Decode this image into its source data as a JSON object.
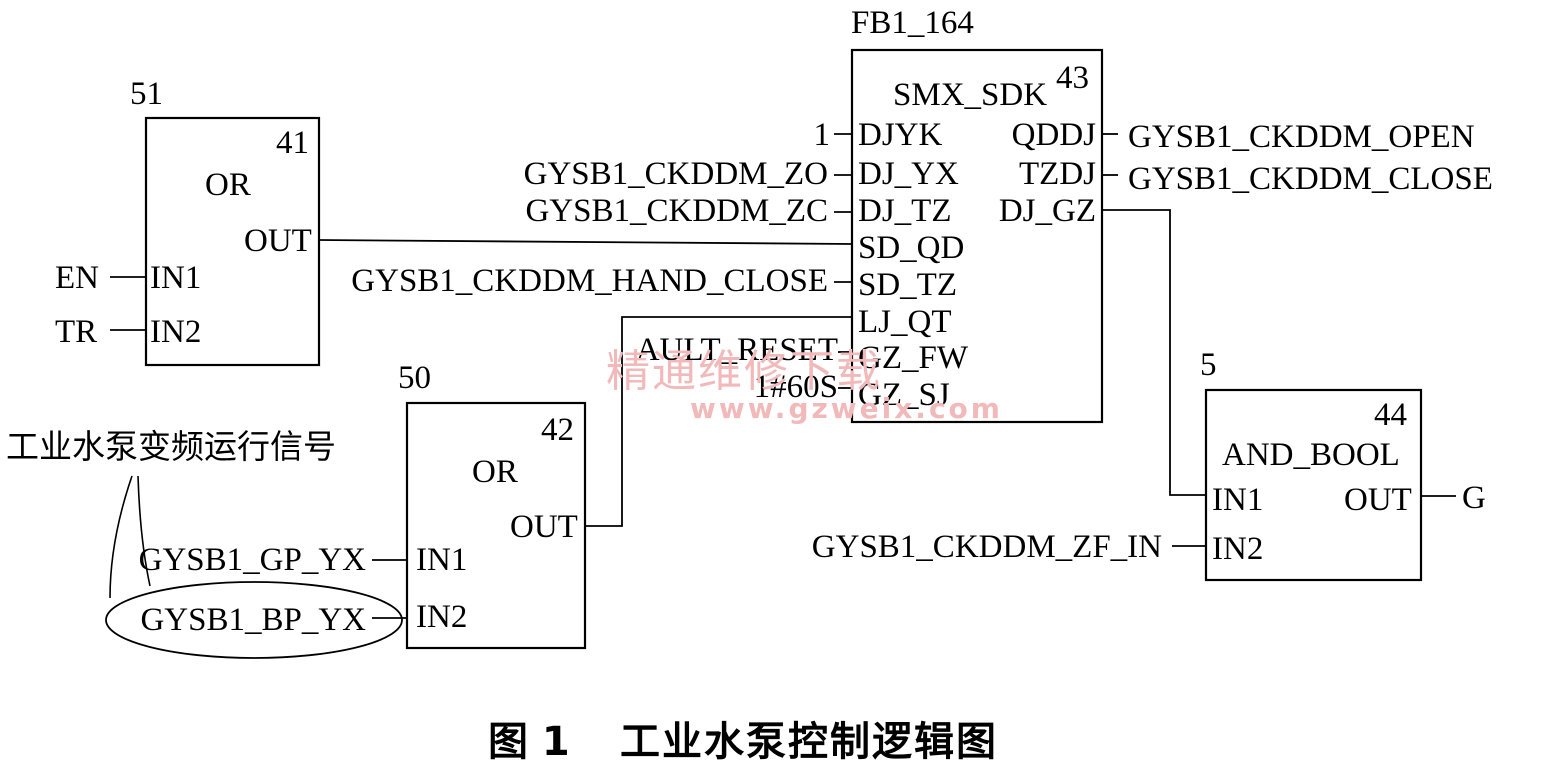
{
  "blocks": {
    "or51": {
      "id": "51",
      "num": "41",
      "type": "OR",
      "in1": "IN1",
      "in2": "IN2",
      "out": "OUT",
      "sig_in1": "EN",
      "sig_in2": "TR"
    },
    "or50": {
      "id": "50",
      "num": "42",
      "type": "OR",
      "in1": "IN1",
      "in2": "IN2",
      "out": "OUT",
      "sig_in1": "GYSB1_GP_YX",
      "sig_in2": "GYSB1_BP_YX"
    },
    "fb1": {
      "id": "FB1_164",
      "num": "43",
      "type": "SMX_SDK",
      "inputs": [
        "DJYK",
        "DJ_YX",
        "DJ_TZ",
        "SD_QD",
        "SD_TZ",
        "LJ_QT",
        "GZ_FW",
        "GZ_SJ"
      ],
      "input_signals": [
        "1",
        "GYSB1_CKDDM_ZO",
        "GYSB1_CKDDM_ZC",
        "GYSB1_CKDDM_HAND_CLOSE",
        "AULT_RESET",
        "1#60S"
      ],
      "outputs": [
        "QDDJ",
        "TZDJ",
        "DJ_GZ"
      ],
      "output_signals": [
        "GYSB1_CKDDM_OPEN",
        "GYSB1_CKDDM_CLOSE"
      ]
    },
    "and5": {
      "id": "5",
      "num": "44",
      "type": "AND_BOOL",
      "in1": "IN1",
      "in2": "IN2",
      "out": "OUT",
      "sig_in2": "GYSB1_CKDDM_ZF_IN",
      "sig_out": "G"
    }
  },
  "annotation": "工业水泵变频运行信号",
  "watermark": {
    "text": "精通维修下载",
    "url": "www.gzweix.com"
  },
  "caption": {
    "fig": "图 1",
    "title": "工业水泵控制逻辑图"
  }
}
